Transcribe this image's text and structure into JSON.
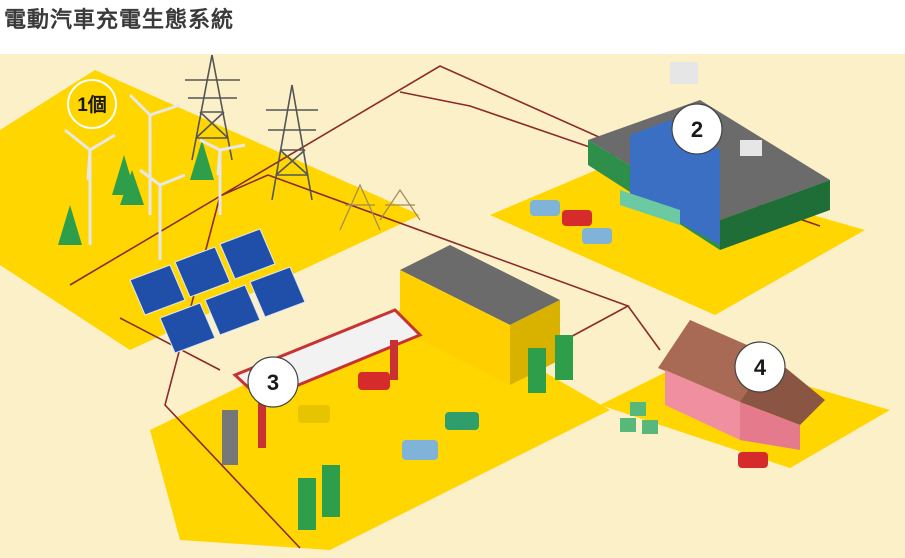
{
  "header": {
    "title": "電動汽車充電生態系統"
  },
  "badges": [
    {
      "label": "1個"
    },
    {
      "label": "2"
    },
    {
      "label": "3"
    },
    {
      "label": "4"
    }
  ],
  "colors": {
    "background": "#fbf0c8",
    "ground": "#ffd600",
    "line": "#8b2a2a",
    "badge_yellow": "#ffd600",
    "badge_white": "#ffffff"
  }
}
